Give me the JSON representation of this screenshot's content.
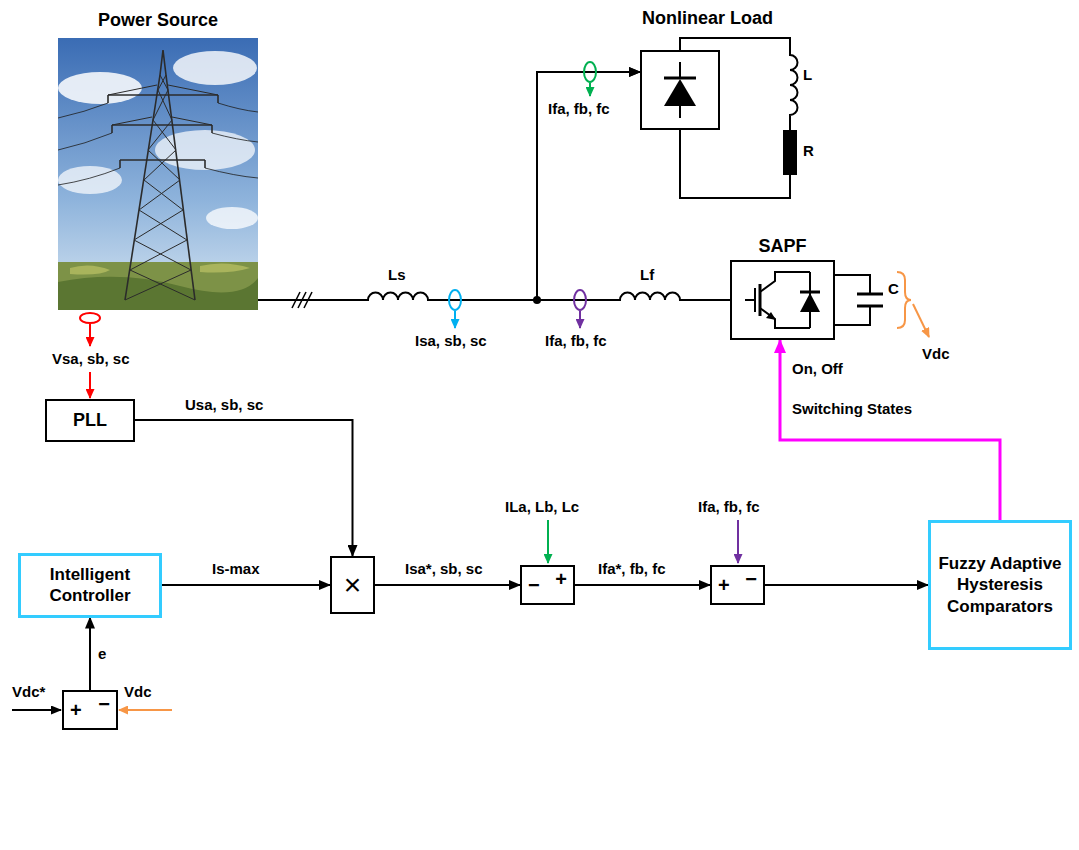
{
  "diagram": {
    "nodes": [
      {
        "text": [
          "Power Source"
        ]
      },
      {
        "text": [
          "Nonlinear Load"
        ]
      },
      {
        "text": [
          "SAPF"
        ]
      },
      {
        "text": [
          "PLL"
        ]
      },
      {
        "text": [
          "Intelligent Controller"
        ]
      },
      {
        "text": [
          "×"
        ]
      },
      {
        "text": [
          "−",
          "+"
        ]
      },
      {
        "text": [
          "+",
          "−"
        ]
      },
      {
        "text": [
          "Fuzzy Adaptive Hysteresis Comparators"
        ]
      },
      {
        "text": [
          "+",
          "−"
        ]
      }
    ],
    "edges": [
      {
        "from": 0,
        "to": 1,
        "arrow": "to"
      },
      {
        "from": 2,
        "to": 1,
        "arrow": "to"
      },
      {
        "from": 3,
        "to": 5,
        "arrow": "to"
      },
      {
        "from": 4,
        "to": 5,
        "arrow": "to"
      },
      {
        "from": 5,
        "to": 6,
        "arrow": "to"
      },
      {
        "from": 6,
        "to": 7,
        "arrow": "to"
      },
      {
        "from": 7,
        "to": 8,
        "arrow": "to"
      },
      {
        "from": 8,
        "to": 2,
        "arrow": "to"
      },
      {
        "from": 9,
        "to": 4,
        "arrow": "to"
      }
    ],
    "labels": [
      "Ls",
      "Isa, sb, sc",
      "Ifa, fb, fc",
      "Ifa, fb, fc",
      "Lf",
      "L",
      "R",
      "C",
      "Vdc",
      "On, Off",
      "Switching States",
      "Vsa, sb, sc",
      "Usa, sb, sc",
      "Is-max",
      "Isa*, sb, sc",
      "ILa, Lb, Lc",
      "Ifa*, fb, fc",
      "Ifa, fb, fc",
      "e",
      "Vdc*",
      "Vdc"
    ]
  }
}
